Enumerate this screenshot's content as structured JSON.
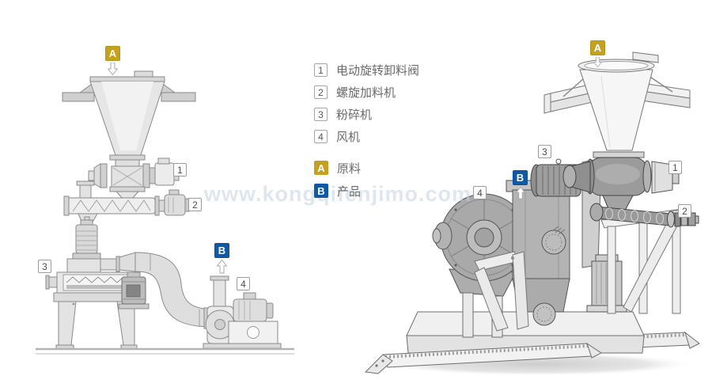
{
  "watermark": {
    "text": "www.kongqifenjimo.com"
  },
  "legend": {
    "items": [
      {
        "num": "1",
        "label": "电动旋转卸料阀"
      },
      {
        "num": "2",
        "label": "螺旋加料机"
      },
      {
        "num": "3",
        "label": "粉碎机"
      },
      {
        "num": "4",
        "label": "风机"
      }
    ],
    "flows": [
      {
        "key": "A",
        "label": "原料",
        "color": "#C5A120"
      },
      {
        "key": "B",
        "label": "产品",
        "color": "#0E5AA7"
      }
    ]
  },
  "left_diagram": {
    "callouts": [
      "1",
      "2",
      "3",
      "4"
    ],
    "badges": {
      "inlet": "A",
      "outlet": "B"
    }
  },
  "right_diagram": {
    "callouts": [
      "1",
      "2",
      "3",
      "4"
    ],
    "badges": {
      "inlet": "A",
      "outlet": "B"
    }
  },
  "colors": {
    "flow_a": "#C5A120",
    "flow_b": "#0E5AA7",
    "line": "#8a8a8a"
  }
}
